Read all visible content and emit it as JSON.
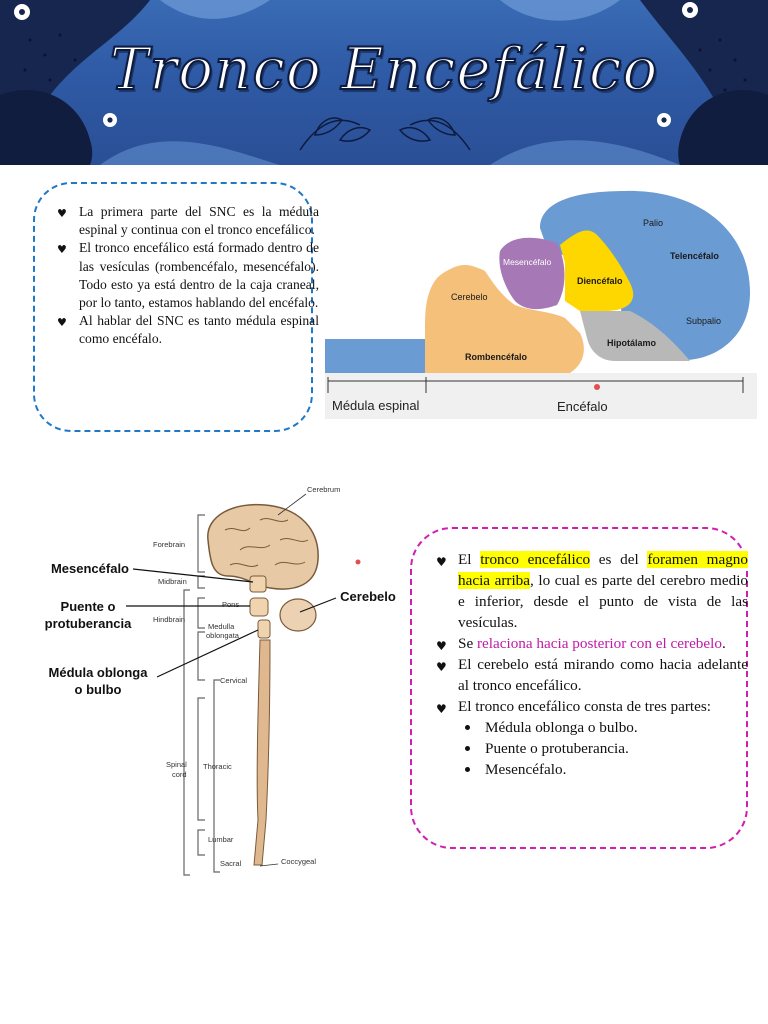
{
  "banner": {
    "title": "Tronco Encefálico"
  },
  "box1": {
    "bullets": [
      "La primera parte del SNC es la médula espinal y continua con el tronco encefálico.",
      "El tronco encefálico está formado dentro de las vesículas (rombencéfalo, mesencéfalo). Todo esto ya está dentro de la caja craneal, por lo tanto, estamos hablando del encéfalo.",
      "Al hablar del SNC es tanto médula espinal como encéfalo."
    ]
  },
  "vesicle_diagram": {
    "labels": {
      "palio": "Palio",
      "telencefalo": "Telencéfalo",
      "subpalio": "Subpalio",
      "mesencefalo": "Mesencéfalo",
      "diencefalo": "Diencéfalo",
      "cerebelo": "Cerebelo",
      "rombencefalo": "Rombencéfalo",
      "hipotalamo": "Hipotálamo"
    },
    "axis": {
      "left": "Médula espinal",
      "right": "Encéfalo"
    },
    "colors": {
      "blue": "#6b9bd3",
      "orange": "#f5c07a",
      "yellow": "#ffd700",
      "purple": "#a678b5",
      "gray": "#b8b8b8"
    }
  },
  "ns_figure": {
    "labels": {
      "cerebrum": "Cerebrum",
      "forebrain": "Forebrain",
      "midbrain": "Midbrain",
      "pons": "Pons",
      "hindbrain": "Hindbrain",
      "medulla": "Medulla",
      "oblongata": "oblongata",
      "cervical": "Cervical",
      "spinal": "Spinal",
      "cord": "cord",
      "thoracic": "Thoracic",
      "lumbar": "Lumbar",
      "sacral": "Sacral",
      "coccygeal": "Coccygeal"
    }
  },
  "annotations": {
    "mesencefalo": "Mesencéfalo",
    "puente_1": "Puente o",
    "puente_2": "protuberancia",
    "medula_1": "Médula oblonga",
    "medula_2": "o bulbo",
    "cerebelo": "Cerebelo"
  },
  "box2": {
    "b1": {
      "pre": "El ",
      "hl1": "tronco encefálico",
      "mid": " es del ",
      "hl2": "foramen magno hacia arriba",
      "post": ", lo cual es parte del cerebro medio e inferior, desde el punto de vista de las vesículas."
    },
    "b2": {
      "pre": "Se ",
      "mag": "relaciona hacia posterior con el cerebelo",
      "post": "."
    },
    "b3": "El cerebelo está mirando como hacia adelante al tronco encefálico.",
    "b4": "El tronco encefálico consta de tres partes:",
    "parts": [
      "Médula oblonga o bulbo.",
      "Puente o protuberancia.",
      "Mesencéfalo."
    ]
  }
}
